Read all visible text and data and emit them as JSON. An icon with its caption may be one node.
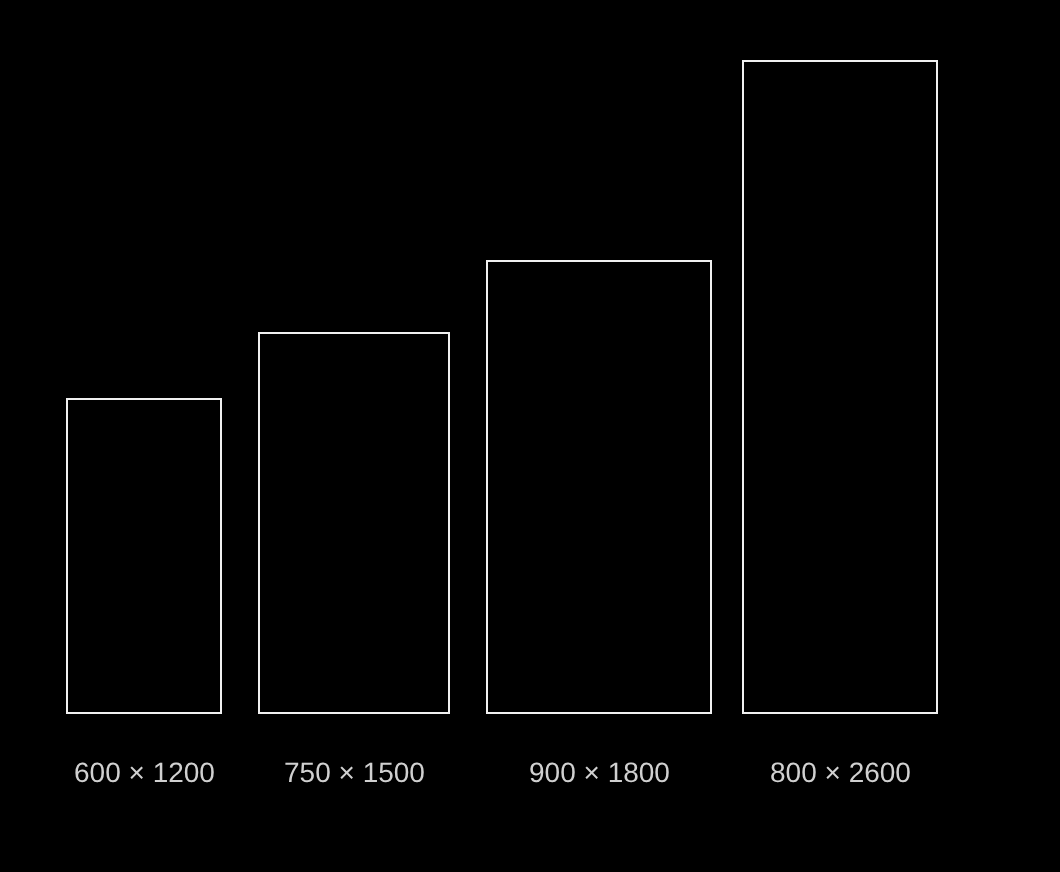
{
  "diagram": {
    "nodes": [
      {
        "text": [],
        "shape": "box",
        "beside": [
          "600 × 1200"
        ]
      },
      {
        "text": [],
        "shape": "box",
        "beside": [
          "750 × 1500"
        ]
      },
      {
        "text": [],
        "shape": "box",
        "beside": [
          "900 × 1800"
        ]
      },
      {
        "text": [],
        "shape": "box",
        "beside": [
          "800 × 2600"
        ]
      }
    ]
  }
}
